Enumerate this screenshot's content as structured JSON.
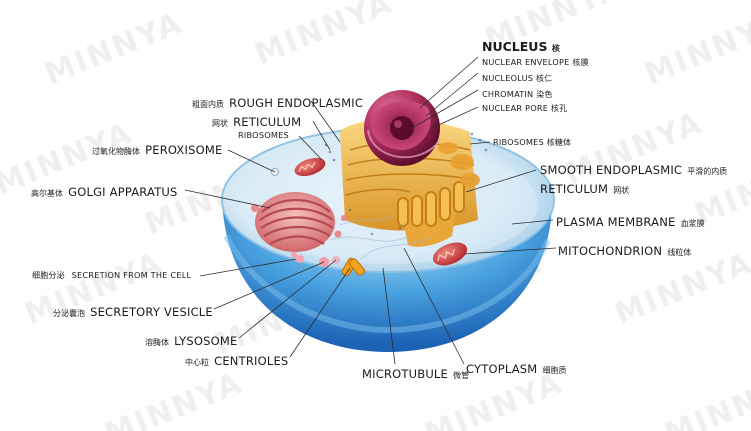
{
  "watermark": "MINNYA",
  "labels": {
    "nucleus": {
      "en": "NUCLEUS",
      "zh": "核"
    },
    "nuclear_envelope": {
      "en": "NUCLEAR ENVELOPE",
      "zh": "核膜"
    },
    "nucleolus": {
      "en": "NUCLEOLUS",
      "zh": "核仁"
    },
    "chromatin": {
      "en": "CHROMATIN",
      "zh": "染色"
    },
    "nuclear_pore": {
      "en": "NUCLEAR PORE",
      "zh": "核孔"
    },
    "rough_er": {
      "en_line1": "ROUGH ENDOPLASMIC",
      "en_line2": "RETICULUM",
      "zh_line1": "粗面内质",
      "zh_line2": "网状"
    },
    "ribosomes_left": {
      "en": "RIBOSOMES"
    },
    "peroxisome": {
      "en": "PEROXISOME",
      "zh": "过氧化物酶体"
    },
    "golgi": {
      "en": "GOLGI APPARATUS",
      "zh": "高尔基体"
    },
    "ribosomes_right": {
      "en": "RIBOSOMES",
      "zh": "核糖体"
    },
    "smooth_er": {
      "en_line1": "SMOOTH ENDOPLASMIC",
      "en_line2": "RETICULUM",
      "zh_line1": "平滑的内质",
      "zh_line2": "网状"
    },
    "plasma_membrane": {
      "en": "PLASMA MEMBRANE",
      "zh": "血浆膜"
    },
    "mitochondrion": {
      "en": "MITOCHONDRION",
      "zh": "线粒体"
    },
    "secretion": {
      "en": "SECRETION FROM THE CELL",
      "zh": "细胞分泌"
    },
    "secretory_vesicle": {
      "en": "SECRETORY VESICLE",
      "zh": "分泌囊泡"
    },
    "lysosome": {
      "en": "LYSOSOME",
      "zh": "溶酶体"
    },
    "centrioles": {
      "en": "CENTRIOLES",
      "zh": "中心粒"
    },
    "microtubule": {
      "en": "MICROTUBULE",
      "zh": "微管"
    },
    "cytoplasm": {
      "en": "CYTOPLASM",
      "zh": "细胞质"
    }
  },
  "colors": {
    "cell_outer": "#3b8fd6",
    "cell_inner": "#cfe6f5",
    "nucleus": "#b1305d",
    "er": "#f0b53a",
    "golgi": "#e08a8a",
    "mitochondrion": "#d8434a",
    "leader_line": "#333333"
  }
}
